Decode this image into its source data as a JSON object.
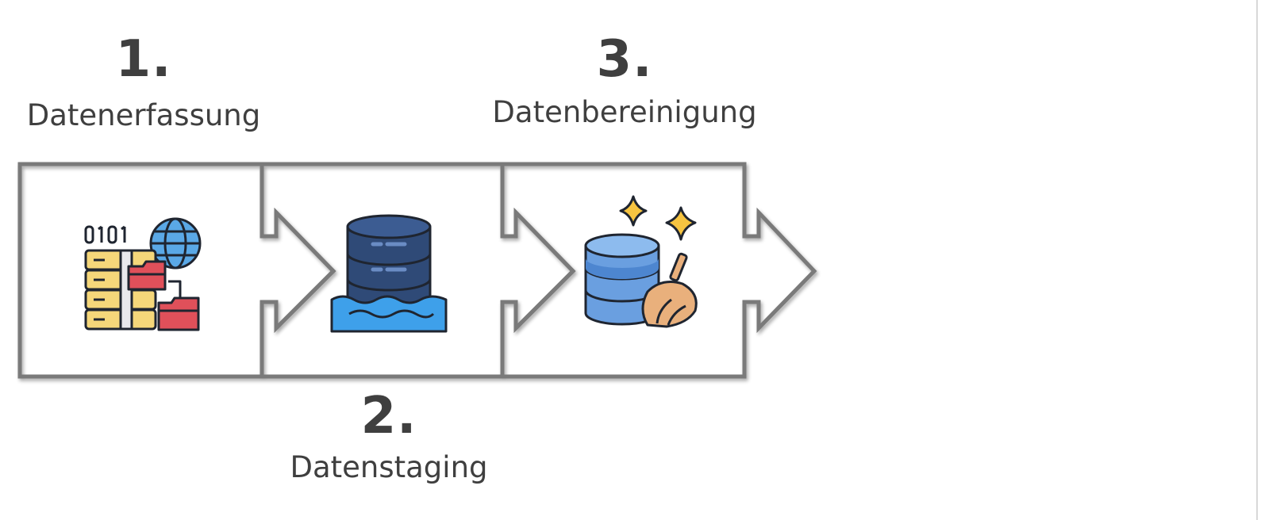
{
  "steps": [
    {
      "number": "1.",
      "title": "Datenerfassung",
      "icon": "data-collection-icon"
    },
    {
      "number": "2.",
      "title": "Datenstaging",
      "icon": "database-staging-icon"
    },
    {
      "number": "3.",
      "title": "Datenbereinigung",
      "icon": "data-cleaning-icon"
    }
  ],
  "colors": {
    "outline": "#7a7a7a",
    "text": "#3f3f3f",
    "icon_outline": "#1f2530",
    "db_dark": "#2f4a77",
    "db_light": "#6a9fe0",
    "water": "#3ea0ea",
    "folder_red": "#e0505a",
    "server_yellow": "#f5d77a",
    "globe_blue": "#5aa8e6",
    "sparkle": "#f6c441",
    "broom": "#e9b07c"
  }
}
